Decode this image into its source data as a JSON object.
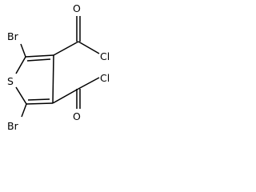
{
  "structure": {
    "atoms": {
      "br_top": "Br",
      "br_bottom": "Br",
      "sulfur": "S",
      "oxygen_top": "O",
      "chlorine_top": "Cl",
      "oxygen_bottom": "O",
      "chlorine_bottom": "Cl"
    }
  }
}
